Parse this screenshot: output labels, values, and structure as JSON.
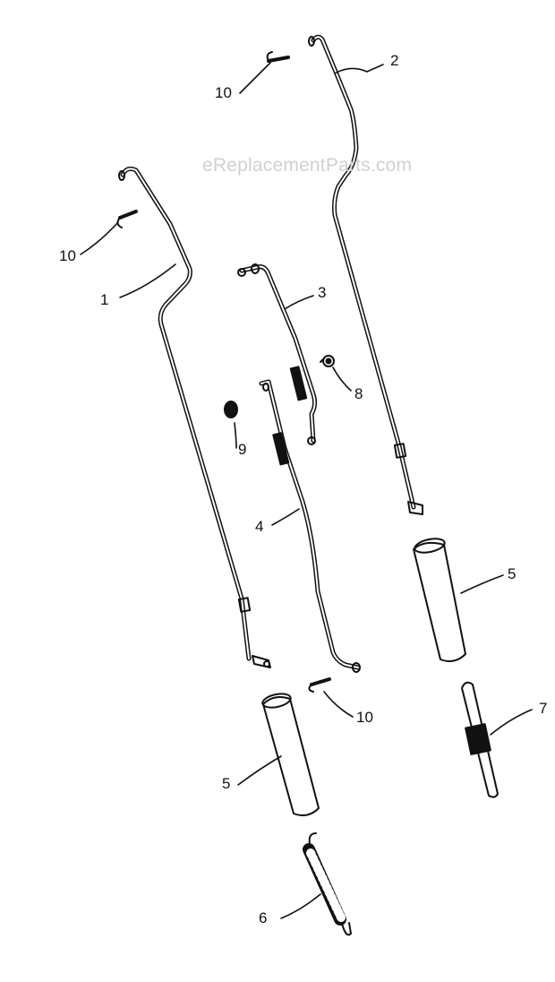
{
  "watermark": "eReplacementParts.com",
  "callouts": {
    "c1": "1",
    "c2": "2",
    "c3": "3",
    "c4": "4",
    "c5a": "5",
    "c5b": "5",
    "c6": "6",
    "c7": "7",
    "c8": "8",
    "c9": "9",
    "c10a": "10",
    "c10b": "10",
    "c10c": "10"
  }
}
